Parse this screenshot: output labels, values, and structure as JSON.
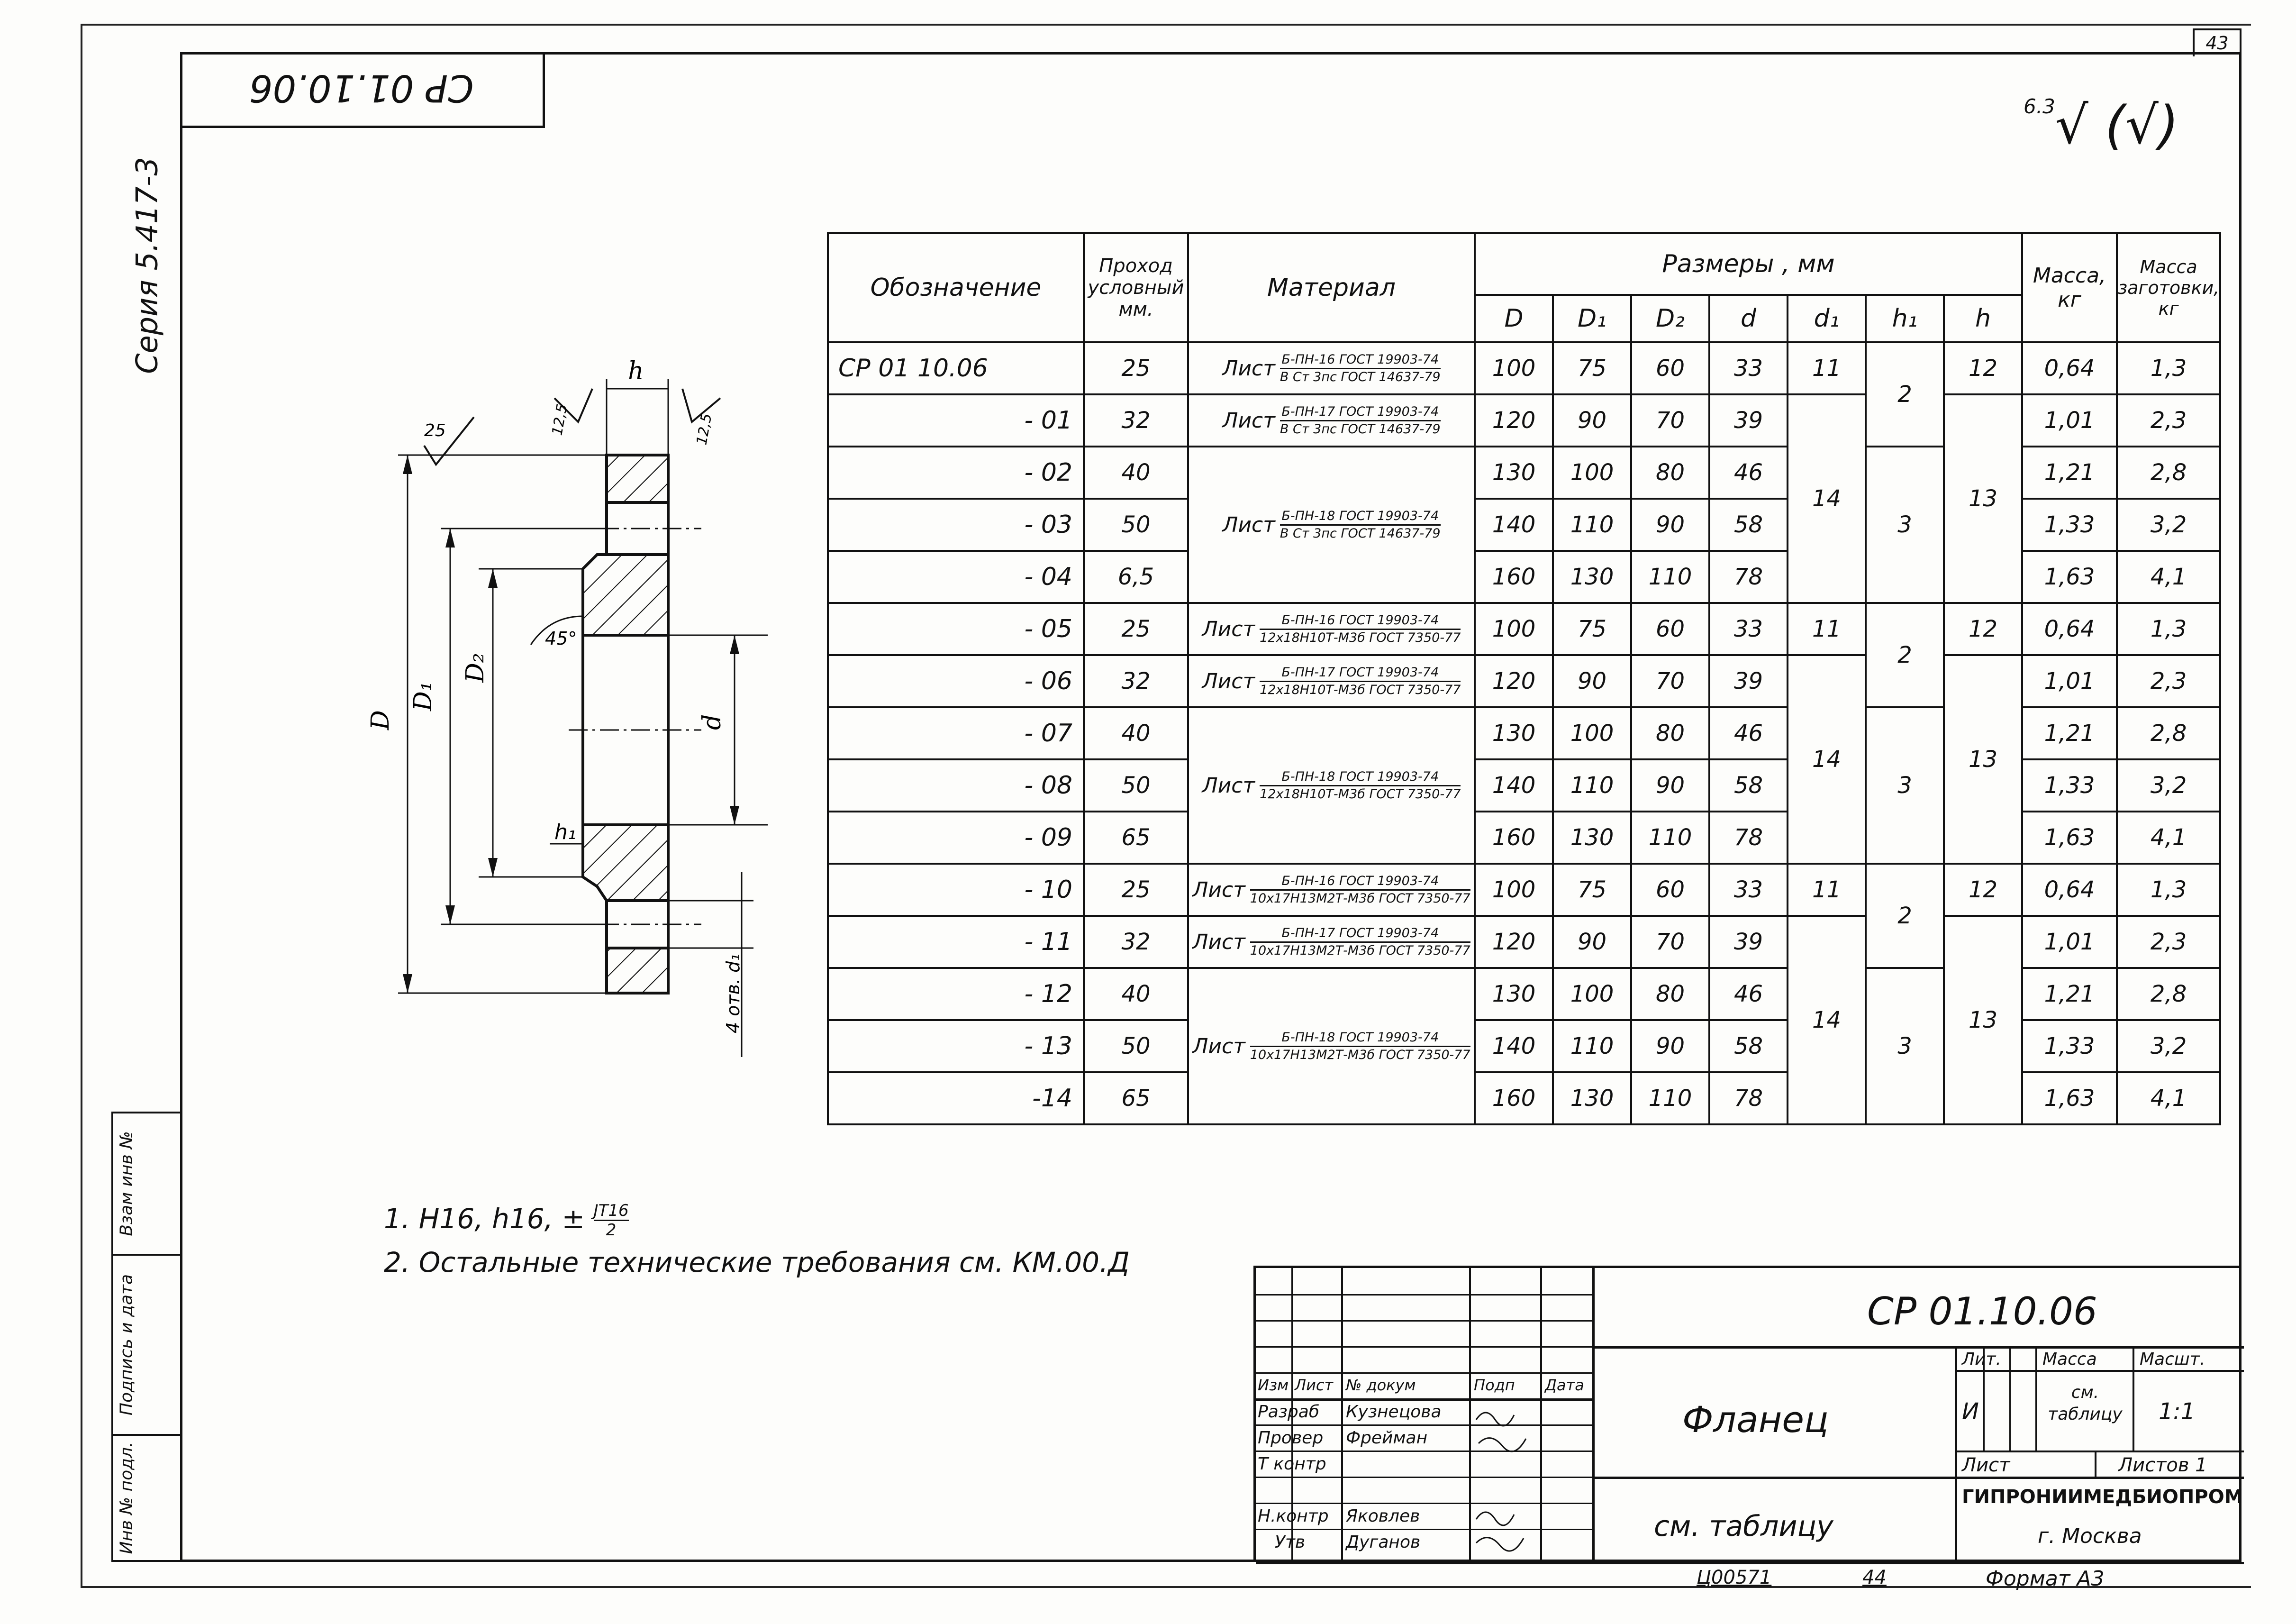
{
  "sheet_number": "43",
  "drawing_code_upside_down": "СР 01.10.06",
  "series": "Серия 5.417-3",
  "roughness": {
    "value": "6.3",
    "mark": "(√)"
  },
  "drawing_labels": {
    "h": "h",
    "roughness_25": "25",
    "roughness_12_5_left": "12,5",
    "roughness_12_5_right": "12,5",
    "D": "D",
    "D1": "D₁",
    "D2": "D₂",
    "angle": "45°",
    "d": "d",
    "h1": "h₁",
    "holes": "4 отв. d₁"
  },
  "table": {
    "headers": {
      "designation": "Обозначение",
      "passage": "Проход условный мм.",
      "material": "Материал",
      "dimensions": "Размеры , мм",
      "mass": "Масса, кг",
      "blank_mass": "Масса заготовки, кг",
      "D": "D",
      "D1": "D₁",
      "D2": "D₂",
      "d": "d",
      "d1": "d₁",
      "h1": "h₁",
      "h": "h"
    },
    "rows": [
      {
        "des": "СР 01 10.06",
        "dn": "25",
        "D": "100",
        "D1": "75",
        "D2": "60",
        "d": "33",
        "mass": "0,64",
        "blank": "1,3"
      },
      {
        "des": "- 01",
        "dn": "32",
        "D": "120",
        "D1": "90",
        "D2": "70",
        "d": "39",
        "mass": "1,01",
        "blank": "2,3"
      },
      {
        "des": "- 02",
        "dn": "40",
        "D": "130",
        "D1": "100",
        "D2": "80",
        "d": "46",
        "mass": "1,21",
        "blank": "2,8"
      },
      {
        "des": "- 03",
        "dn": "50",
        "D": "140",
        "D1": "110",
        "D2": "90",
        "d": "58",
        "mass": "1,33",
        "blank": "3,2"
      },
      {
        "des": "- 04",
        "dn": "6,5",
        "D": "160",
        "D1": "130",
        "D2": "110",
        "d": "78",
        "mass": "1,63",
        "blank": "4,1"
      },
      {
        "des": "- 05",
        "dn": "25",
        "D": "100",
        "D1": "75",
        "D2": "60",
        "d": "33",
        "mass": "0,64",
        "blank": "1,3"
      },
      {
        "des": "- 06",
        "dn": "32",
        "D": "120",
        "D1": "90",
        "D2": "70",
        "d": "39",
        "mass": "1,01",
        "blank": "2,3"
      },
      {
        "des": "- 07",
        "dn": "40",
        "D": "130",
        "D1": "100",
        "D2": "80",
        "d": "46",
        "mass": "1,21",
        "blank": "2,8"
      },
      {
        "des": "- 08",
        "dn": "50",
        "D": "140",
        "D1": "110",
        "D2": "90",
        "d": "58",
        "mass": "1,33",
        "blank": "3,2"
      },
      {
        "des": "- 09",
        "dn": "65",
        "D": "160",
        "D1": "130",
        "D2": "110",
        "d": "78",
        "mass": "1,63",
        "blank": "4,1"
      },
      {
        "des": "- 10",
        "dn": "25",
        "D": "100",
        "D1": "75",
        "D2": "60",
        "d": "33",
        "mass": "0,64",
        "blank": "1,3"
      },
      {
        "des": "- 11",
        "dn": "32",
        "D": "120",
        "D1": "90",
        "D2": "70",
        "d": "39",
        "mass": "1,01",
        "blank": "2,3"
      },
      {
        "des": "- 12",
        "dn": "40",
        "D": "130",
        "D1": "100",
        "D2": "80",
        "d": "46",
        "mass": "1,21",
        "blank": "2,8"
      },
      {
        "des": "- 13",
        "dn": "50",
        "D": "140",
        "D1": "110",
        "D2": "90",
        "d": "58",
        "mass": "1,33",
        "blank": "3,2"
      },
      {
        "des": "-14",
        "dn": "65",
        "D": "160",
        "D1": "130",
        "D2": "110",
        "d": "78",
        "mass": "1,63",
        "blank": "4,1"
      }
    ],
    "materials": [
      {
        "prefix": "Лист",
        "top": "Б-ПН-16 ГОСТ 19903-74",
        "bottom": "В Ст 3пс ГОСТ 14637-79"
      },
      {
        "prefix": "Лист",
        "top": "Б-ПН-17 ГОСТ 19903-74",
        "bottom": "В Ст 3пс ГОСТ 14637-79"
      },
      {
        "prefix": "Лист",
        "top": "Б-ПН-18 ГОСТ 19903-74",
        "bottom": "В Ст 3пс ГОСТ 14637-79"
      },
      {
        "prefix": "Лист",
        "top": "Б-ПН-16 ГОСТ 19903-74",
        "bottom": "12х18Н10Т-М3б ГОСТ 7350-77"
      },
      {
        "prefix": "Лист",
        "top": "Б-ПН-17 ГОСТ 19903-74",
        "bottom": "12х18Н10Т-М3б ГОСТ 7350-77"
      },
      {
        "prefix": "Лист",
        "top": "Б-ПН-18 ГОСТ 19903-74",
        "bottom": "12х18Н10Т-М3б ГОСТ 7350-77"
      },
      {
        "prefix": "Лист",
        "top": "Б-ПН-16 ГОСТ 19903-74",
        "bottom": "10х17Н13М2Т-М3б ГОСТ 7350-77"
      },
      {
        "prefix": "Лист",
        "top": "Б-ПН-17 ГОСТ 19903-74",
        "bottom": "10х17Н13М2Т-М3б ГОСТ 7350-77"
      },
      {
        "prefix": "Лист",
        "top": "Б-ПН-18 ГОСТ 19903-74",
        "bottom": "10х17Н13М2Т-М3б ГОСТ 7350-77"
      }
    ],
    "d1_values": [
      "11",
      "14",
      "11",
      "14",
      "11",
      "14"
    ],
    "h1_values": [
      "2",
      "3",
      "2",
      "3",
      "2",
      "3"
    ],
    "h_values": [
      "12",
      "13",
      "12",
      "13",
      "12",
      "13"
    ]
  },
  "notes": {
    "note1": "1. H16, h16, ± JT16/2",
    "note2": "2. Остальные технические требования см. КМ.00.Д"
  },
  "title_block": {
    "code": "СР 01.10.06",
    "name": "Фланец",
    "material_ref": "см. таблицу",
    "lit_label": "Лит.",
    "mass_label": "Масса",
    "scale_label": "Масшт.",
    "lit_value": "И",
    "mass_value": "см. таблицу",
    "scale_value": "1:1",
    "sheet_label": "Лист",
    "sheets_label": "Листов 1",
    "org": "ГИПРОНИИМЕДБИОПРОМ",
    "city": "г. Москва",
    "archive": "Ц00571",
    "archive2": "44",
    "format": "Формат А3",
    "cols": [
      "Изм",
      "Лист",
      "№ докум",
      "Подп",
      "Дата"
    ],
    "rows": [
      {
        "role": "Разраб",
        "name": "Кузнецова"
      },
      {
        "role": "Провер",
        "name": "Фрейман"
      },
      {
        "role": "Т контр",
        "name": ""
      },
      {
        "role": "Н.контр",
        "name": "Яковлев"
      },
      {
        "role": "Утв",
        "name": "Дуганов"
      }
    ]
  },
  "left_strip": [
    "Инв № подл.",
    "Подпись и дата",
    "Взам инв №"
  ]
}
